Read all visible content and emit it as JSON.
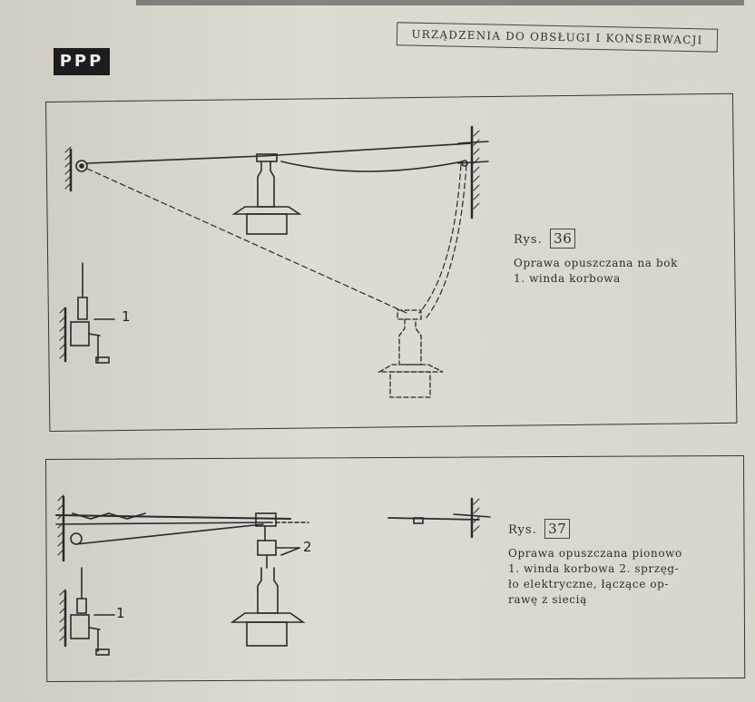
{
  "header": {
    "section_title": "URZĄDZENIA DO OBSŁUGI I KONSERWACJI",
    "logo": "PPP"
  },
  "figure_36": {
    "label": "Rys.",
    "number": "36",
    "caption_line1": "Oprawa opuszczana na bok",
    "caption_line2": "1. winda korbowa",
    "callout_1": "1"
  },
  "figure_37": {
    "label": "Rys.",
    "number": "37",
    "caption_line1": "Oprawa opuszczana pionowo",
    "caption_line2": "1. winda korbowa 2. sprzęg-",
    "caption_line3": "ło elektryczne, łączące op-",
    "caption_line4": "rawę z siecią",
    "callout_1": "1",
    "callout_2": "2"
  },
  "colors": {
    "paper": "#d9d6ce",
    "ink": "#2a2a2a"
  }
}
